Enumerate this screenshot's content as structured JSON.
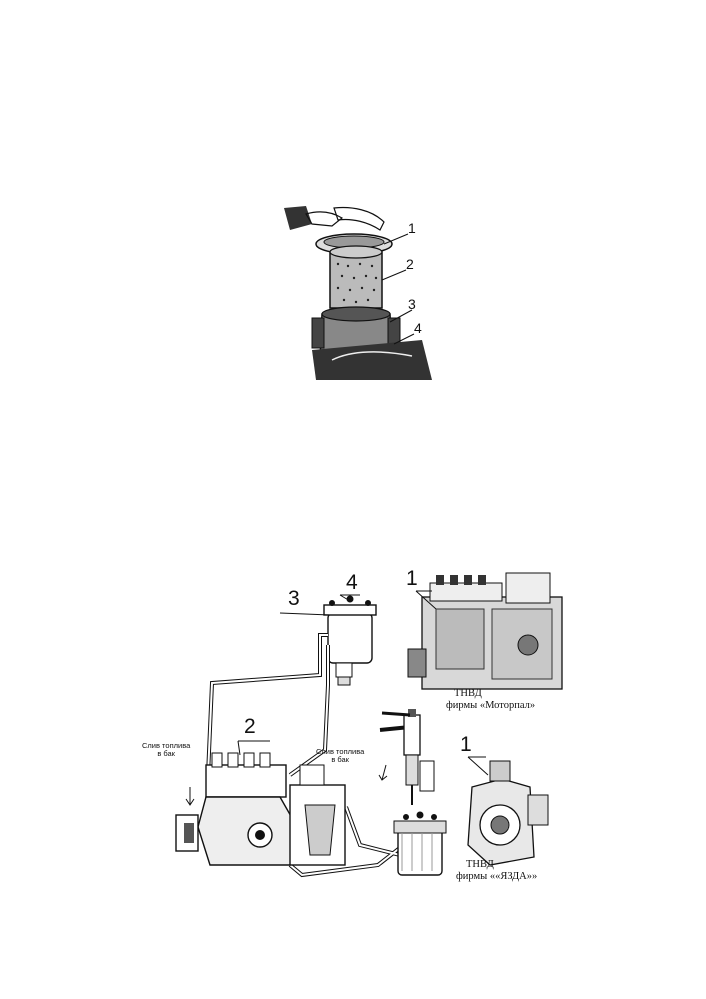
{
  "figure1": {
    "callouts": [
      "1",
      "2",
      "3",
      "4"
    ]
  },
  "figure2": {
    "callouts": {
      "filter_cap": "4",
      "filter_housing": "3",
      "pump_sections": "2",
      "pump_motorpal": "1",
      "pump_yazda": "1"
    },
    "drain_left": [
      "Слив топлива",
      "в бак"
    ],
    "drain_right": [
      "Слив топлива",
      "в бак"
    ],
    "caption_motorpal": [
      "ТНВД",
      "фирмы «Моторпал»"
    ],
    "caption_yazda": [
      "ТНВД",
      "фирмы ««ЯЗДА»»"
    ]
  }
}
